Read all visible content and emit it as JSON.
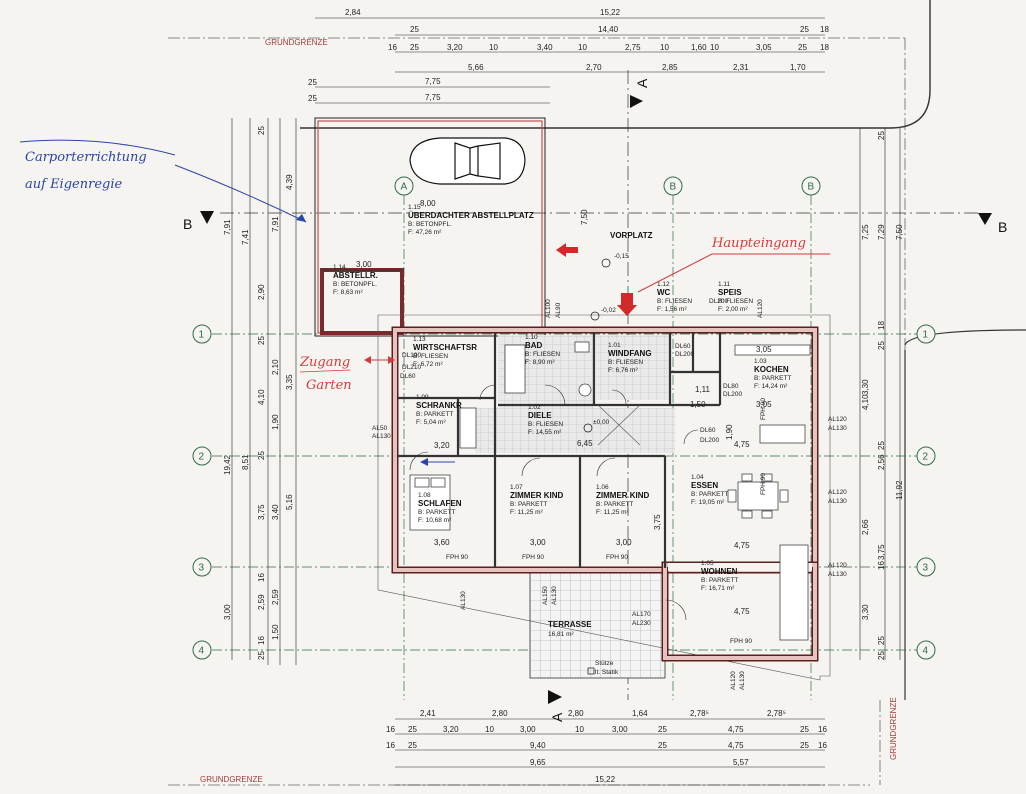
{
  "boundary_label": "GRUNDGRENZE",
  "top_dims": {
    "row1": [
      "2,84",
      "15,22"
    ],
    "row2": [
      "25",
      "14,40",
      "25",
      "18"
    ],
    "row3": [
      "16",
      "25",
      "3,20",
      "10",
      "3,40",
      "10",
      "2,75",
      "10",
      "1,60",
      "10",
      "3,05",
      "25",
      "18"
    ],
    "row4": [
      "5,66",
      "2,70",
      "2,85",
      "2,31",
      "1,70"
    ],
    "carport": [
      "25",
      "7,75",
      "25",
      "7,75"
    ]
  },
  "bottom_dims": {
    "row1": [
      "2,41",
      "2,80",
      "2,80",
      "1,64",
      "2,78⁵",
      "2,78⁵"
    ],
    "row2": [
      "16",
      "25",
      "3,20",
      "10",
      "3,00",
      "10",
      "3,00",
      "25",
      "4,75",
      "25",
      "16"
    ],
    "row3": [
      "16",
      "25",
      "9,40",
      "25",
      "4,75",
      "25",
      "16"
    ],
    "row4": [
      "9,65",
      "5,57"
    ],
    "row5": [
      "15,22"
    ]
  },
  "left_dims": {
    "col1": [
      "7,91",
      "19,42",
      "3,00"
    ],
    "col2": [
      "7,41",
      "8,51"
    ],
    "col3": [
      "25",
      "2,90",
      "25",
      "4,10",
      "25",
      "3,75",
      "16",
      "2,59",
      "16",
      "25"
    ],
    "col4": [
      "7,91",
      "2,10",
      "1,90",
      "3,40",
      "2,59",
      "1,50"
    ],
    "col5": [
      "4,39",
      "3,35",
      "5,16"
    ]
  },
  "right_dims": {
    "col1": [
      "7,25",
      "3,30",
      "4,10",
      "2,66",
      "3,30"
    ],
    "col2": [
      "7,29",
      "2,56",
      "3,75"
    ],
    "col3": [
      "7,50",
      "11,92"
    ],
    "small": [
      "25",
      "18",
      "25",
      "25",
      "16",
      "25",
      "25"
    ]
  },
  "grid_axes": {
    "rows": [
      "1",
      "2",
      "3",
      "4"
    ],
    "cols": [
      "A",
      "B",
      "B"
    ]
  },
  "section_labels": {
    "a": "A",
    "b": "B"
  },
  "rooms": [
    {
      "num": "1.15",
      "name": "ÜBERDACHTER ABSTELLPLATZ",
      "floor": "B: BETONPFL.",
      "area": "F: 47,26 m²"
    },
    {
      "num": "1.14",
      "name": "ABSTELLR.",
      "floor": "B: BETONPFL.",
      "area": "F: 8,63 m²"
    },
    {
      "num": "1.13",
      "name": "WIRTSCHAFTSR",
      "floor": "B: FLIESEN",
      "area": "F: 6,72 m²"
    },
    {
      "num": "1.10",
      "name": "BAD",
      "floor": "B: FLIESEN",
      "area": "F: 8,90 m²"
    },
    {
      "num": "1.01",
      "name": "WINDFANG",
      "floor": "B: FLIESEN",
      "area": "F: 6,76 m²"
    },
    {
      "num": "1.12",
      "name": "WC",
      "floor": "B: FLIESEN",
      "area": "F: 1,56 m²"
    },
    {
      "num": "1.11",
      "name": "SPEIS",
      "floor": "B: FLIESEN",
      "area": "F: 2,00 m²"
    },
    {
      "num": "1.03",
      "name": "KOCHEN",
      "floor": "B: PARKETT",
      "area": "F: 14,24 m²"
    },
    {
      "num": "1.09",
      "name": "SCHRANKR",
      "floor": "B: PARKETT",
      "area": "F: 5,04 m²"
    },
    {
      "num": "1.02",
      "name": "DIELE",
      "floor": "B: FLIESEN",
      "area": "F: 14,55 m²"
    },
    {
      "num": "1.08",
      "name": "SCHLAFEN",
      "floor": "B: PARKETT",
      "area": "F: 10,68 m²"
    },
    {
      "num": "1.07",
      "name": "ZIMMER KIND",
      "floor": "B: PARKETT",
      "area": "F: 11,25 m²"
    },
    {
      "num": "1.06",
      "name": "ZIMMER KIND",
      "floor": "B: PARKETT",
      "area": "F: 11,25 m²"
    },
    {
      "num": "1.04",
      "name": "ESSEN",
      "floor": "B: PARKETT",
      "area": "F: 19,05 m²"
    },
    {
      "num": "1.05",
      "name": "WOHNEN",
      "floor": "B: PARKETT",
      "area": "F: 16,71 m²"
    },
    {
      "num": "",
      "name": "TERRASSE",
      "floor": "",
      "area": "16,81 m²"
    }
  ],
  "misc_labels": {
    "vorplatz": "VORPLATZ",
    "level1": "-0,15",
    "level2": "-0,02",
    "level3": "±0,00",
    "stuetze1": "Stütze",
    "stuetze2": "lt. Statik",
    "carport_w": "8,00",
    "abst_w": "3,00",
    "dim_750": "7,50",
    "dim_640": "6,45",
    "dim_475a": "4,75",
    "dim_475b": "4,75",
    "dim_475c": "4,75",
    "dim_305": "3,05",
    "dim_305b": "3,05",
    "dim_300a": "3,00",
    "dim_300b": "3,00",
    "dim_320": "3,20",
    "dim_360": "3,60",
    "dim_111": "1,11",
    "dim_150": "1,50",
    "dim_190": "1,90",
    "dim_375": "3,75"
  },
  "window_labels": [
    "AL100",
    "AL50",
    "AL90",
    "AL130",
    "AL120",
    "AL120",
    "AL130",
    "AL120",
    "AL130",
    "AL120",
    "AL130",
    "DL60",
    "DL200",
    "DL100",
    "DL210",
    "DL80",
    "DL200",
    "DL60",
    "DL200",
    "DL60",
    "DL200",
    "FPH 90",
    "FPH 90",
    "FPH 90",
    "FPH 90",
    "FPH 90",
    "FPH 90",
    "AL170",
    "AL230",
    "AL150",
    "AL130",
    "AL120",
    "AL130",
    "AL130"
  ],
  "annotations": {
    "carport1": "Carporterrichtung",
    "carport2": "auf Eigenregie",
    "haupteingang": "Haupteingang",
    "zugang1": "Zugang",
    "zugang2": "Garten"
  },
  "colors": {
    "wall_fill": "#e7c3bf",
    "wall_stroke": "#5a2020",
    "boundary": "#9b3a3a",
    "grid": "#2e6b46",
    "pencil_blue": "#2a44a8",
    "pencil_red": "#d23c3c",
    "door_red": "#d22a2a"
  }
}
